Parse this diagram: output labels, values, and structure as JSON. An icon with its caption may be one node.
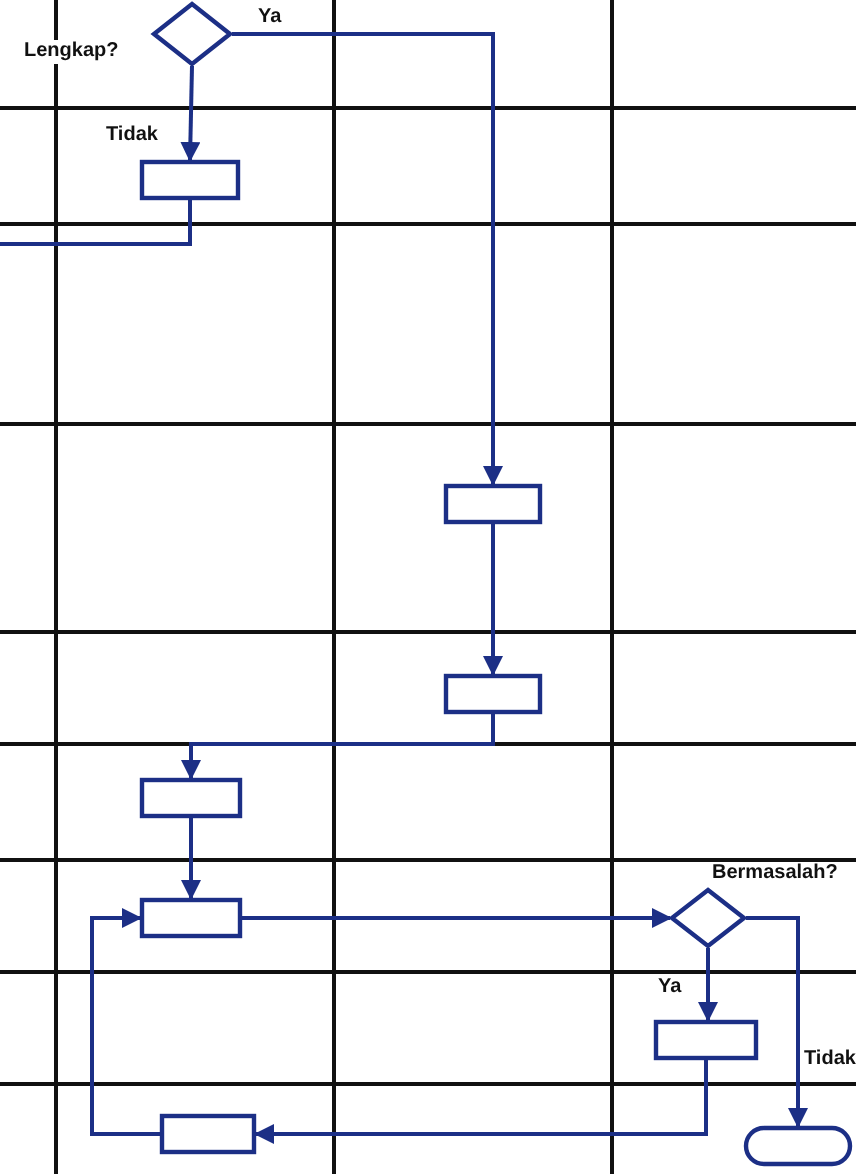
{
  "diagram": {
    "nodes": [
      {
        "text": [
          "Lengkap?"
        ]
      },
      {
        "text": [],
        "shape": "box"
      },
      {
        "text": [],
        "shape": "box"
      },
      {
        "text": [],
        "shape": "box"
      },
      {
        "text": [],
        "shape": "box"
      },
      {
        "text": [],
        "shape": "box"
      },
      {
        "text": [
          "Bermasalah?"
        ]
      },
      {
        "text": [],
        "shape": "box"
      },
      {
        "text": [],
        "shape": "box"
      },
      {
        "text": [],
        "shape": "terminator"
      }
    ],
    "edges": [
      {
        "from": 0,
        "to": 1,
        "arrow": "to",
        "label": "Tidak"
      },
      {
        "from": 1,
        "to": null,
        "arrow": "none"
      },
      {
        "from": 0,
        "to": 2,
        "arrow": "to",
        "label": "Ya"
      },
      {
        "from": 2,
        "to": 3,
        "arrow": "to"
      },
      {
        "from": 3,
        "to": 4,
        "arrow": "to"
      },
      {
        "from": 4,
        "to": 5,
        "arrow": "to"
      },
      {
        "from": 5,
        "to": 6,
        "arrow": "to"
      },
      {
        "from": 6,
        "to": 7,
        "arrow": "to",
        "label": "Ya"
      },
      {
        "from": 6,
        "to": 9,
        "arrow": "to",
        "label": "Tidak"
      },
      {
        "from": 7,
        "to": 8,
        "arrow": "to"
      },
      {
        "from": 8,
        "to": 5,
        "arrow": "to"
      }
    ]
  }
}
